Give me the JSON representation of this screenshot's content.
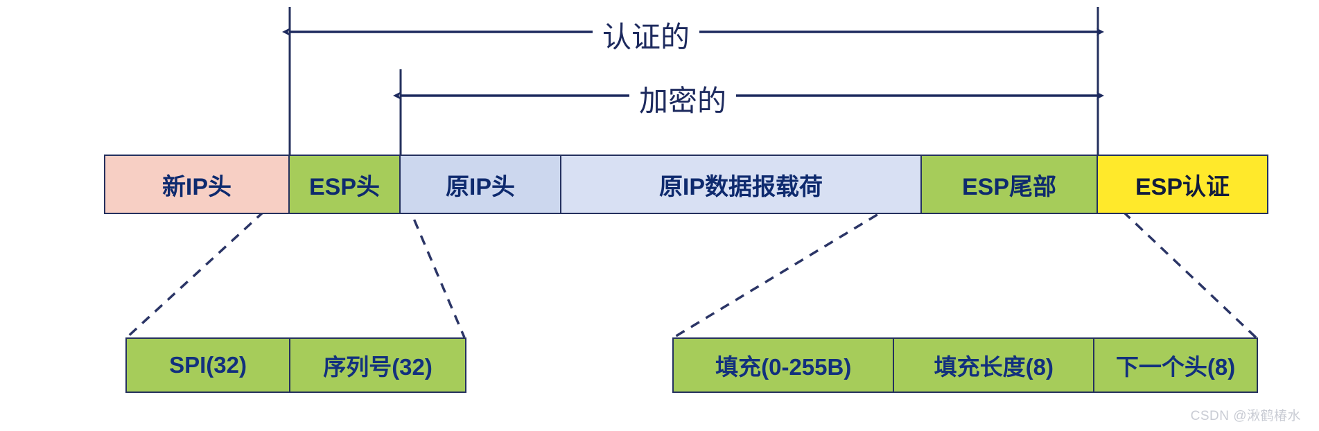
{
  "diagram": {
    "title_hidden": "IPsec ESP 隧道模式数据报格式",
    "colors": {
      "new_ip_header": "#f7cfc4",
      "esp_header": "#a6cc5a",
      "orig_ip_header": "#ccd7ee",
      "orig_ip_payload": "#d8e0f3",
      "esp_trailer": "#a6cc5a",
      "esp_auth": "#ffe92b",
      "sub_box": "#a6cc5a",
      "outline": "#24305e",
      "text": "#0e2a6e",
      "arrow": "#1d2a5e",
      "dashed": "#2b3566",
      "watermark": "#c9ccd4"
    },
    "spans": [
      {
        "id": "authenticated",
        "label": "认证的",
        "from_cell": "esp_header",
        "to_cell": "esp_trailer_end"
      },
      {
        "id": "encrypted",
        "label": "加密的",
        "from_cell": "orig_ip_header",
        "to_cell": "esp_trailer_end"
      }
    ],
    "packet_bar": {
      "name": "esp-tunnel-packet",
      "cells": [
        {
          "id": "new_ip_header",
          "label": "新IP头",
          "color": "#f7cfc4"
        },
        {
          "id": "esp_header",
          "label": "ESP头",
          "color": "#a6cc5a"
        },
        {
          "id": "orig_ip_header",
          "label": "原IP头",
          "color": "#ccd7ee"
        },
        {
          "id": "orig_ip_payload",
          "label": "原IP数据报载荷",
          "color": "#d8e0f3"
        },
        {
          "id": "esp_trailer",
          "label": "ESP尾部",
          "color": "#a6cc5a"
        },
        {
          "id": "esp_auth",
          "label": "ESP认证",
          "color": "#ffe92b"
        }
      ]
    },
    "esp_header_detail": {
      "name": "esp-header-fields",
      "source_cell": "esp_header",
      "fields": [
        {
          "id": "spi",
          "label": "SPI(32)",
          "bits": 32
        },
        {
          "id": "seq_num",
          "label": "序列号(32)",
          "bits": 32
        }
      ]
    },
    "esp_trailer_detail": {
      "name": "esp-trailer-fields",
      "source_cell": "esp_trailer",
      "fields": [
        {
          "id": "padding",
          "label": "填充(0-255B)",
          "bits": "0-255B"
        },
        {
          "id": "pad_length",
          "label": "填充长度(8)",
          "bits": 8
        },
        {
          "id": "next_header",
          "label": "下一个头(8)",
          "bits": 8
        }
      ]
    },
    "watermark": "CSDN @湫鹤椿水"
  }
}
